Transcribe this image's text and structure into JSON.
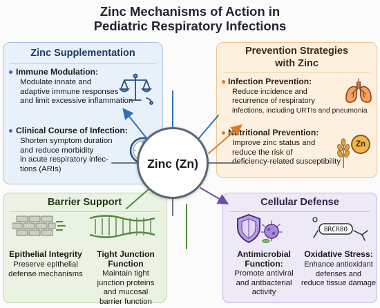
{
  "title": {
    "line1": "Zinc Mechanisms of Action in",
    "line2": "Pediatric Respiratory Infections"
  },
  "hub": {
    "label": "Zinc (Zn)"
  },
  "supplementation": {
    "heading": "Zinc Supplementation",
    "immune": {
      "title": "Immune Modulation:",
      "lines": [
        "Modulate innate and",
        "adaptive immune responses",
        "and limit excessive inflammation"
      ]
    },
    "clinical": {
      "title": "Clinical Course of Infection:",
      "lines": [
        "Shorten symptom duration",
        "and reduce morbidity",
        "in acute respiratory infec-",
        "tions (ARIs)"
      ]
    }
  },
  "prevention": {
    "heading_line1": "Prevention Strategies",
    "heading_line2": "with Zinc",
    "infection": {
      "title": "Infection Prevention:",
      "lines": [
        "Reduce incidence and",
        "recurrence of respiratory",
        "infections, including URTIs and pneumonia"
      ]
    },
    "nutritional": {
      "title": "Nutritional Prevention:",
      "lines": [
        "Improve zinc status and",
        "reduce the risk of",
        "deficiency-related susceptibility"
      ],
      "badge": "Zn"
    }
  },
  "barrier": {
    "heading": "Barrier Support",
    "epithelial": {
      "title": "Epithelial Integrity",
      "lines": [
        "Preserve epithelial",
        "defense mechanisms"
      ]
    },
    "tight": {
      "title_line1": "Tight Junction",
      "title_line2": "Function",
      "lines": [
        "Maintain tight",
        "junction proteins",
        "and mucosal",
        "barrier function"
      ]
    }
  },
  "cellular": {
    "heading": "Cellular Defense",
    "antimicrobial": {
      "title_line1": "Antimicrobial",
      "title_line2": "Function:",
      "lines": [
        "Promote antiviral",
        "and antbacterial",
        "activity"
      ]
    },
    "oxidative": {
      "title": "Oxidative Stress:",
      "lines": [
        "Enhance antioxidant",
        "defenses and",
        "reduce tissue damage"
      ],
      "molecule_label": "BRCR80"
    }
  },
  "colors": {
    "blue_panel": "#e8f0fa",
    "blue_border": "#a9c3e2",
    "blue_accent": "#2f73b5",
    "orange_panel": "#fdf0de",
    "orange_border": "#efc48c",
    "orange_accent": "#e07a1f",
    "green_panel": "#eaf3e3",
    "green_border": "#b9d3a5",
    "green_accent": "#4f8a3b",
    "purple_panel": "#eee9f6",
    "purple_border": "#c5b5df",
    "purple_accent": "#6b4ea6"
  }
}
